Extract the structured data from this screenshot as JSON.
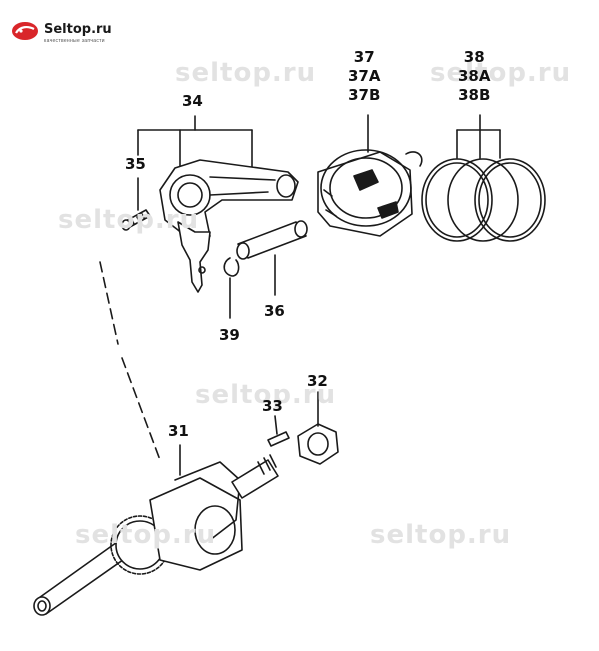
{
  "brand": {
    "name": "Seltop.ru",
    "tagline": "качественные запчасти",
    "accent_color": "#d9262a"
  },
  "watermark": "seltop.ru",
  "callouts": {
    "c31": "31",
    "c32": "32",
    "c33": "33",
    "c34": "34",
    "c35": "35",
    "c36": "36",
    "c37": [
      "37",
      "37A",
      "37B"
    ],
    "c38": [
      "38",
      "38A",
      "38B"
    ],
    "c39": "39"
  }
}
